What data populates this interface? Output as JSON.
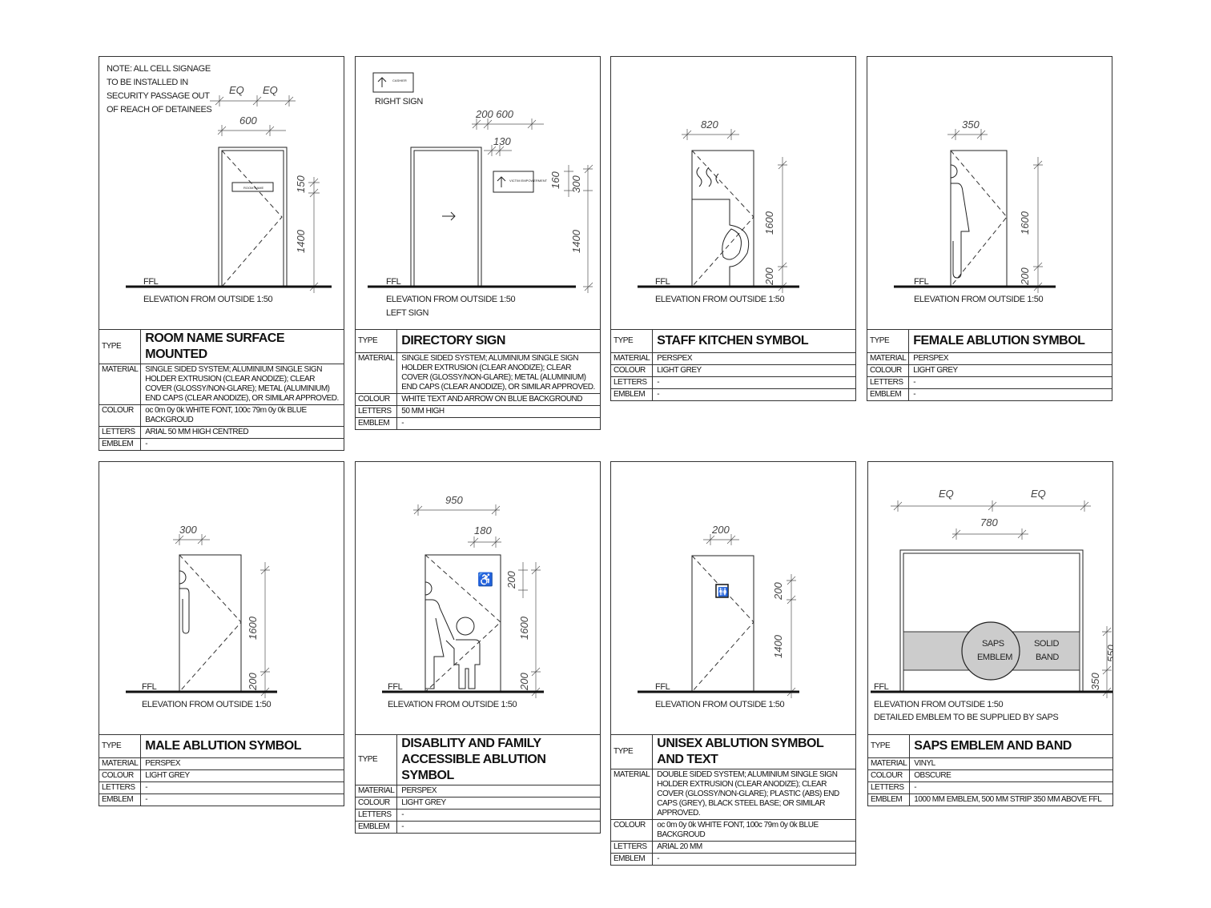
{
  "panels": [
    {
      "id": "room-name",
      "note": [
        "NOTE: ALL CELL SIGNAGE",
        "TO BE INSTALLED IN",
        "SECURITY PASSAGE OUT",
        "OF REACH OF DETAINEES"
      ],
      "dims": [
        "EQ",
        "EQ",
        "600",
        "150",
        "1400"
      ],
      "sign_text": "ROOM NAME",
      "ffl": "FFL",
      "elevation": [
        "ELEVATION FROM OUTSIDE 1:50"
      ],
      "spec": [
        [
          "TYPE",
          "ROOM NAME SURFACE MOUNTED"
        ],
        [
          "MATERIAL",
          "SINGLE SIDED SYSTEM; ALUMINIUM SINGLE SIGN HOLDER EXTRUSION (CLEAR ANODIZE); CLEAR COVER (GLOSSY/NON-GLARE); METAL (ALUMINIUM) END CAPS (CLEAR ANODIZE), OR SIMILAR APPROVED."
        ],
        [
          "COLOUR",
          "oc 0m 0y 0k WHITE FONT, 100c 79m 0y 0k BLUE BACKGROUD"
        ],
        [
          "LETTERS",
          "ARIAL 50 MM HIGH CENTRED"
        ],
        [
          "EMBLEM",
          "-"
        ]
      ]
    },
    {
      "id": "directory",
      "right_sign": "RIGHT SIGN",
      "right_sign_text": "CASHIER",
      "left_sign_text": "VICTIM EMPOWERMENT",
      "dims": [
        "200 600",
        "130",
        "160",
        "300",
        "1400"
      ],
      "ffl": "FFL",
      "elevation": [
        "ELEVATION FROM OUTSIDE 1:50",
        "LEFT SIGN"
      ],
      "spec": [
        [
          "TYPE",
          "DIRECTORY SIGN"
        ],
        [
          "MATERIAL",
          "SINGLE SIDED SYSTEM; ALUMINIUM SINGLE SIGN HOLDER EXTRUSION (CLEAR ANODIZE); CLEAR COVER (GLOSSY/NON-GLARE); METAL (ALUMINIUM) END CAPS (CLEAR ANODIZE), OR SIMILAR APPROVED."
        ],
        [
          "COLOUR",
          "WHITE TEXT AND ARROW ON BLUE BACKGROUND"
        ],
        [
          "LETTERS",
          "50 MM HIGH"
        ],
        [
          "EMBLEM",
          "-"
        ]
      ]
    },
    {
      "id": "kitchen",
      "dims": [
        "820",
        "1600",
        "200"
      ],
      "ffl": "FFL",
      "elevation": [
        "ELEVATION FROM OUTSIDE 1:50"
      ],
      "spec": [
        [
          "TYPE",
          "STAFF KITCHEN SYMBOL"
        ],
        [
          "MATERIAL",
          "PERSPEX"
        ],
        [
          "COLOUR",
          "LIGHT GREY"
        ],
        [
          "LETTERS",
          "-"
        ],
        [
          "EMBLEM",
          "-"
        ]
      ]
    },
    {
      "id": "female",
      "dims": [
        "350",
        "1600",
        "200"
      ],
      "ffl": "FFL",
      "elevation": [
        "ELEVATION FROM OUTSIDE 1:50"
      ],
      "spec": [
        [
          "TYPE",
          "FEMALE ABLUTION SYMBOL"
        ],
        [
          "MATERIAL",
          "PERSPEX"
        ],
        [
          "COLOUR",
          "LIGHT GREY"
        ],
        [
          "LETTERS",
          "-"
        ],
        [
          "EMBLEM",
          "-"
        ]
      ]
    },
    {
      "id": "male",
      "dims": [
        "300",
        "1600",
        "200"
      ],
      "ffl": "FFL",
      "elevation": [
        "ELEVATION FROM OUTSIDE 1:50"
      ],
      "spec": [
        [
          "TYPE",
          "MALE ABLUTION SYMBOL"
        ],
        [
          "MATERIAL",
          "PERSPEX"
        ],
        [
          "COLOUR",
          "LIGHT GREY"
        ],
        [
          "LETTERS",
          "-"
        ],
        [
          "EMBLEM",
          "-"
        ]
      ]
    },
    {
      "id": "family",
      "dims": [
        "950",
        "180",
        "200",
        "1600",
        "200"
      ],
      "ffl": "FFL",
      "elevation": [
        "ELEVATION FROM OUTSIDE 1:50"
      ],
      "spec": [
        [
          "TYPE",
          "DISABLITY AND FAMILY ACCESSIBLE ABLUTION SYMBOL"
        ],
        [
          "MATERIAL",
          "PERSPEX"
        ],
        [
          "COLOUR",
          "LIGHT GREY"
        ],
        [
          "LETTERS",
          "-"
        ],
        [
          "EMBLEM",
          "-"
        ]
      ]
    },
    {
      "id": "unisex",
      "dims": [
        "200",
        "200",
        "1400"
      ],
      "ffl": "FFL",
      "elevation": [
        "ELEVATION FROM OUTSIDE 1:50"
      ],
      "spec": [
        [
          "TYPE",
          "UNISEX ABLUTION SYMBOL AND TEXT"
        ],
        [
          "MATERIAL",
          "DOUBLE SIDED SYSTEM; ALUMINIUM SINGLE SIGN HOLDER EXTRUSION (CLEAR ANODIZE); CLEAR COVER (GLOSSY/NON-GLARE); PLASTIC (ABS) END CAPS (GREY), BLACK STEEL BASE; OR SIMILAR APPROVED."
        ],
        [
          "COLOUR",
          "oc 0m 0y 0k WHITE FONT, 100c 79m 0y 0k BLUE BACKGROUD"
        ],
        [
          "LETTERS",
          "ARIAL 20 MM"
        ],
        [
          "EMBLEM",
          "-"
        ]
      ]
    },
    {
      "id": "saps",
      "dims": [
        "EQ",
        "EQ",
        "780",
        "550",
        "350"
      ],
      "emblem": [
        "SAPS",
        "EMBLEM"
      ],
      "band": [
        "SOLID",
        "BAND"
      ],
      "ffl": "FFL",
      "elevation": [
        "ELEVATION FROM OUTSIDE 1:50",
        "DETAILED EMBLEM TO BE SUPPLIED BY SAPS"
      ],
      "spec": [
        [
          "TYPE",
          "SAPS EMBLEM AND BAND"
        ],
        [
          "MATERIAL",
          "VINYL"
        ],
        [
          "COLOUR",
          "OBSCURE"
        ],
        [
          "LETTERS",
          "-"
        ],
        [
          "EMBLEM",
          "1000 MM EMBLEM, 500 MM STRIP 350 MM ABOVE FFL"
        ]
      ]
    }
  ],
  "colors": {
    "line": "#222222",
    "band": "#cccccc"
  }
}
